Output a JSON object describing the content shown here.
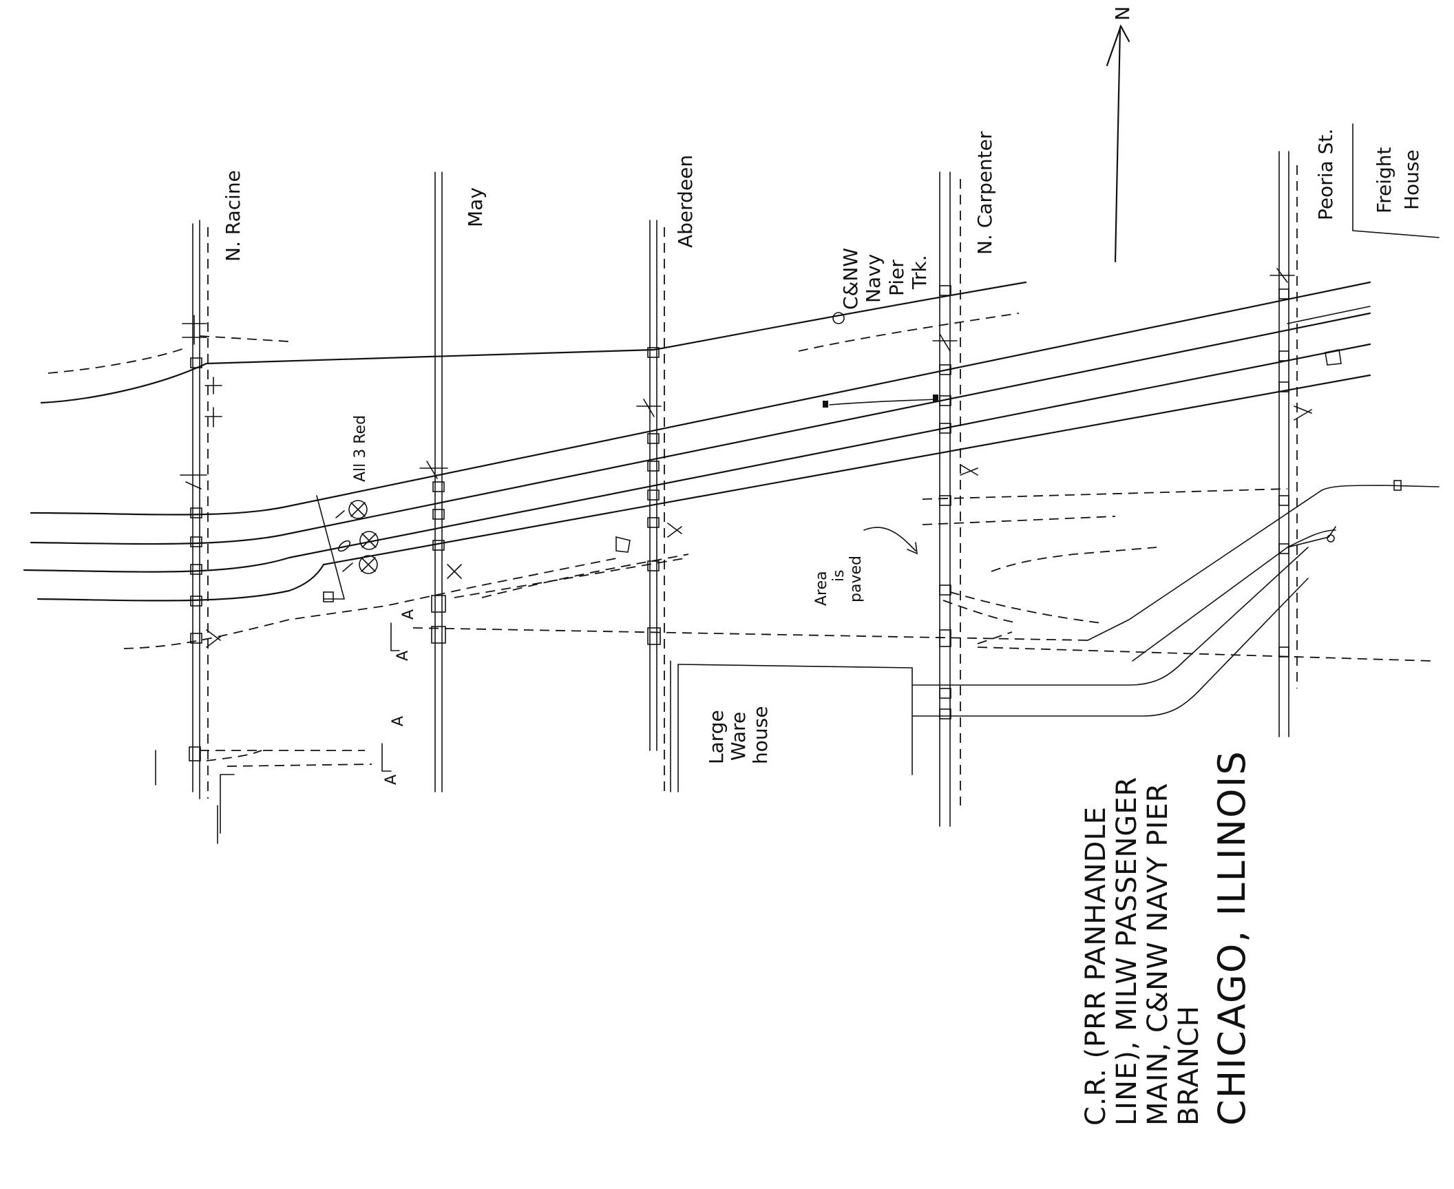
{
  "north": {
    "letter": "N"
  },
  "streets": {
    "racine": "N. Racine",
    "may": "May",
    "aberdeen": "Aberdeen",
    "carpenter": "N. Carpenter",
    "peoria": "Peoria St."
  },
  "buildings": {
    "freight_house_line1": "Freight",
    "freight_house_line2": "House",
    "large_warehouse_line1": "Large",
    "large_warehouse_line2": "Ware",
    "large_warehouse_line3": "house"
  },
  "tracks": {
    "cnw_line1": "C&NW",
    "cnw_line2": "Navy",
    "cnw_line3": "Pier",
    "cnw_line4": "Trk."
  },
  "notes": {
    "all_3_red": "All 3 Red",
    "area_line1": "Area",
    "area_line2": "is",
    "area_line3": "paved",
    "section_a": "A"
  },
  "caption": {
    "line1": "C.R. (PRR PANHANDLE",
    "line2": "LINE), MILW PASSENGER",
    "line3": "MAIN, C&NW NAVY PIER",
    "line4": "BRANCH",
    "city": "CHICAGO, ILLINOIS"
  }
}
